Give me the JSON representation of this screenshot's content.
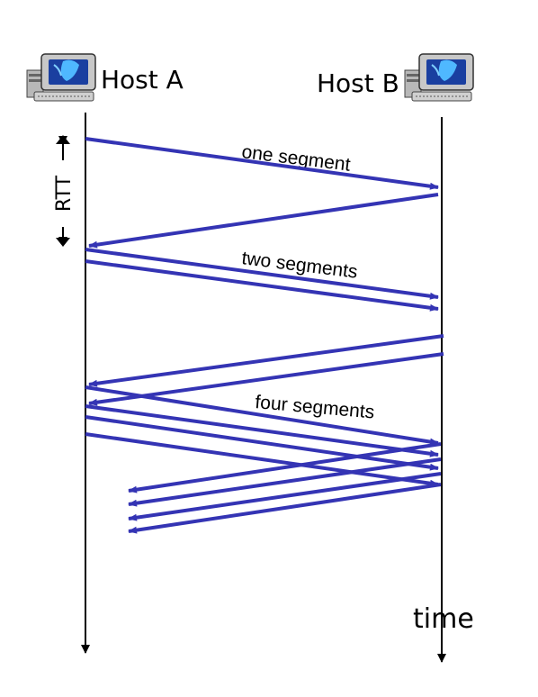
{
  "hosts": {
    "a": {
      "label": "Host A",
      "icon": "computer-icon"
    },
    "b": {
      "label": "Host B",
      "icon": "computer-icon"
    }
  },
  "labels": {
    "rtt": "RTT",
    "one_segment": "one segment",
    "two_segments": "two segments",
    "four_segments": "four segments",
    "time": "time"
  },
  "colors": {
    "arrow": "#3434b4",
    "timeline": "#000000"
  }
}
